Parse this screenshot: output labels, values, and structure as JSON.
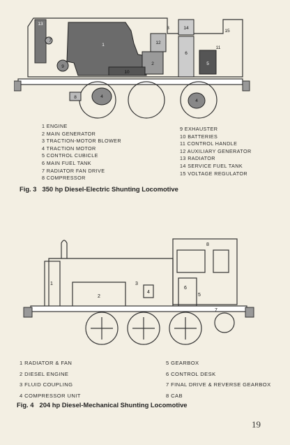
{
  "figure3": {
    "number": "Fig. 3",
    "title": "350 hp Diesel-Electric Shunting Locomotive",
    "legend_left": [
      "1 ENGINE",
      "2 MAIN GENERATOR",
      "3 TRACTION-MOTOR BLOWER",
      "4 TRACTION MOTOR",
      "5 CONTROL CUBICLE",
      "6 MAIN FUEL TANK",
      "7 RADIATOR FAN DRIVE",
      "8 COMPRESSOR"
    ],
    "legend_right": [
      "9 EXHAUSTER",
      "10 BATTERIES",
      "11 CONTROL HANDLE",
      "12 AUXILIARY GENERATOR",
      "13 RADIATOR",
      "14 SERVICE FUEL TANK",
      "15 VOLTAGE REGULATOR"
    ],
    "callouts": [
      "1",
      "2",
      "3",
      "4",
      "4",
      "5",
      "6",
      "7",
      "8",
      "9",
      "10",
      "11",
      "12",
      "13",
      "14",
      "15"
    ]
  },
  "figure4": {
    "number": "Fig. 4",
    "title": "204 hp Diesel-Mechanical Shunting Locomotive",
    "legend_left": [
      "1 RADIATOR & FAN",
      "2 DIESEL ENGINE",
      "3 FLUID COUPLING",
      "4 COMPRESSOR UNIT"
    ],
    "legend_right": [
      "5 GEARBOX",
      "6 CONTROL DESK",
      "7 FINAL DRIVE & REVERSE GEARBOX",
      "8 CAB"
    ],
    "callouts": [
      "1",
      "2",
      "3",
      "4",
      "5",
      "6",
      "7",
      "8"
    ]
  },
  "page_number": "19"
}
